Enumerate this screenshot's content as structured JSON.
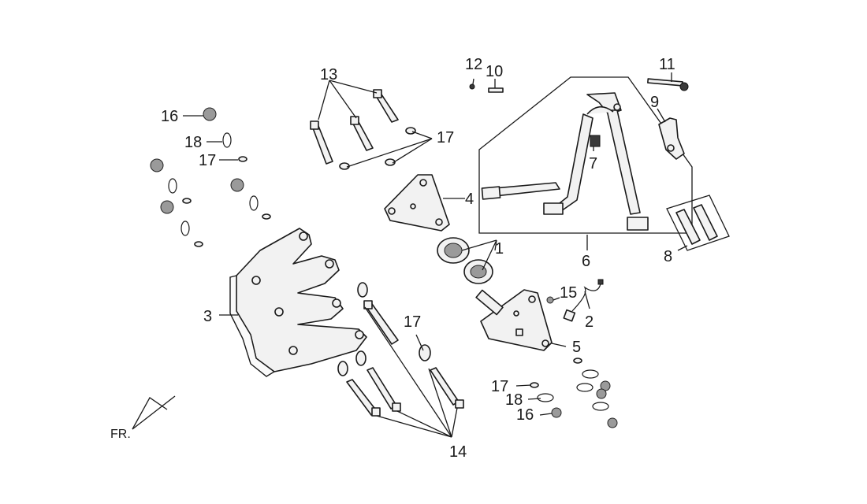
{
  "callouts": {
    "c1": "1",
    "c2": "2",
    "c3": "3",
    "c4": "4",
    "c5": "5",
    "c6": "6",
    "c7": "7",
    "c8": "8",
    "c9": "9",
    "c10": "10",
    "c11": "11",
    "c12": "12",
    "c13": "13",
    "c14": "14",
    "c15": "15",
    "c16a": "16",
    "c16b": "16",
    "c17a": "17",
    "c17b": "17",
    "c17c": "17",
    "c17d": "17",
    "c18a": "18",
    "c18b": "18"
  },
  "direction_label": "FR."
}
